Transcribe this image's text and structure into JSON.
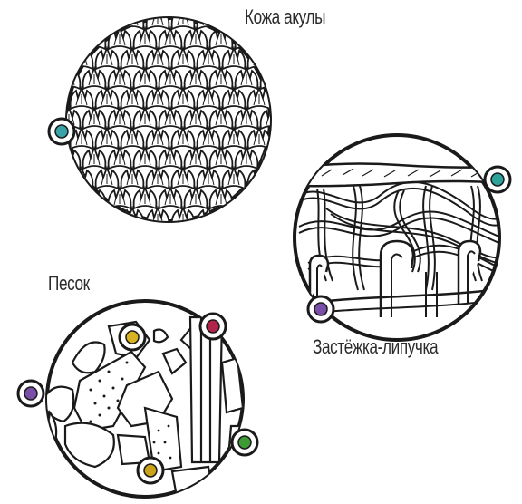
{
  "labels": {
    "shark_skin": "Кожа акулы",
    "sand": "Песок",
    "velcro": "Застёжка-липучка"
  },
  "colors": {
    "ink": "#1a1a1a",
    "background": "#ffffff",
    "shark_marker": "#3aa3a8",
    "velcro_top_marker": "#2fa39a",
    "velcro_bottom_marker": "#7a4fa8",
    "sand_marker_purple": "#7a4fa8",
    "sand_marker_red": "#b2234a",
    "sand_marker_yellow": "#d7b321",
    "sand_marker_green": "#3d9a35",
    "sand_marker_gold": "#c9a21a"
  }
}
